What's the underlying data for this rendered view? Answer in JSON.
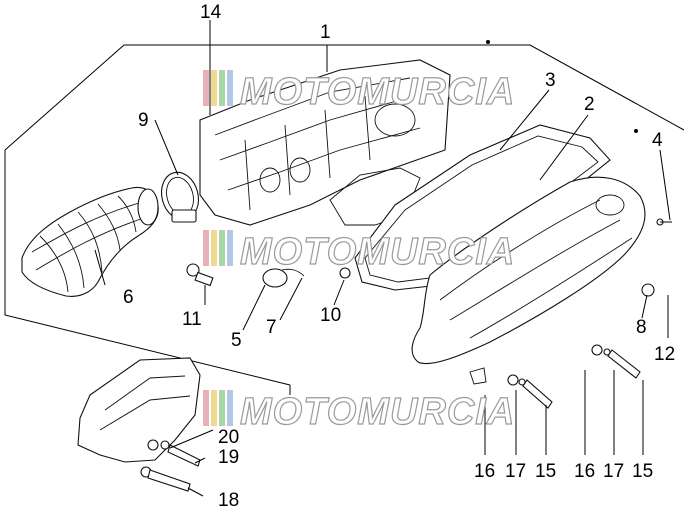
{
  "watermark": {
    "text": "MOTOMURCIA",
    "stripe_colors": [
      "#e8b0b8",
      "#f0d890",
      "#a8d8a8",
      "#b0c8e8"
    ]
  },
  "callouts": [
    {
      "id": "c14",
      "label": "14"
    },
    {
      "id": "c1",
      "label": "1"
    },
    {
      "id": "c3",
      "label": "3"
    },
    {
      "id": "c2",
      "label": "2"
    },
    {
      "id": "c4",
      "label": "4"
    },
    {
      "id": "c9",
      "label": "9"
    },
    {
      "id": "c6",
      "label": "6"
    },
    {
      "id": "c11",
      "label": "11"
    },
    {
      "id": "c5",
      "label": "5"
    },
    {
      "id": "c7",
      "label": "7"
    },
    {
      "id": "c10",
      "label": "10"
    },
    {
      "id": "c8",
      "label": "8"
    },
    {
      "id": "c12",
      "label": "12"
    },
    {
      "id": "c20",
      "label": "20"
    },
    {
      "id": "c19",
      "label": "19"
    },
    {
      "id": "c18",
      "label": "18"
    },
    {
      "id": "c16a",
      "label": "16"
    },
    {
      "id": "c17a",
      "label": "17"
    },
    {
      "id": "c15a",
      "label": "15"
    },
    {
      "id": "c16b",
      "label": "16"
    },
    {
      "id": "c17b",
      "label": "17"
    },
    {
      "id": "c15b",
      "label": "15"
    }
  ]
}
